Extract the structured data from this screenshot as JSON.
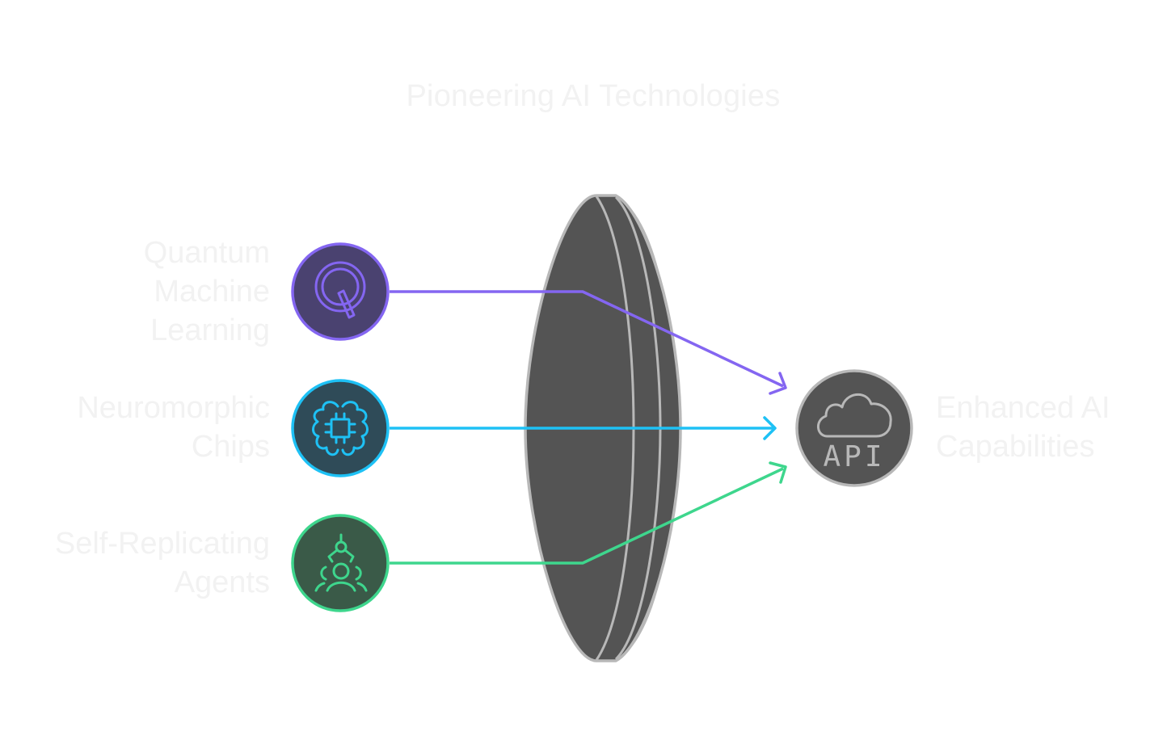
{
  "title": "Pioneering AI Technologies",
  "colors": {
    "background": "#ffffff",
    "text": "#f2f2f2",
    "lens_fill": "#545454",
    "lens_stroke": "#b8b8b8",
    "target_fill": "#545454",
    "target_stroke": "#b8b8b8"
  },
  "inputs": [
    {
      "id": "quantum",
      "label_lines": [
        "Quantum",
        "Machine",
        "Learning"
      ],
      "icon": "quantum-q-icon",
      "accent": "#8466f1",
      "fill": "#4a4270"
    },
    {
      "id": "neuromorphic",
      "label_lines": [
        "Neuromorphic",
        "Chips"
      ],
      "icon": "brain-chip-icon",
      "accent": "#1ec1f5",
      "fill": "#2f4b58"
    },
    {
      "id": "self-replicating",
      "label_lines": [
        "Self-Replicating",
        "Agents"
      ],
      "icon": "robot-arm-people-icon",
      "accent": "#3ed68d",
      "fill": "#3a5a48"
    }
  ],
  "lens": {
    "icon": "lens-icon"
  },
  "output": {
    "label_lines": [
      "Enhanced AI",
      "Capabilities"
    ],
    "icon": "cloud-api-icon",
    "icon_text": "API"
  }
}
